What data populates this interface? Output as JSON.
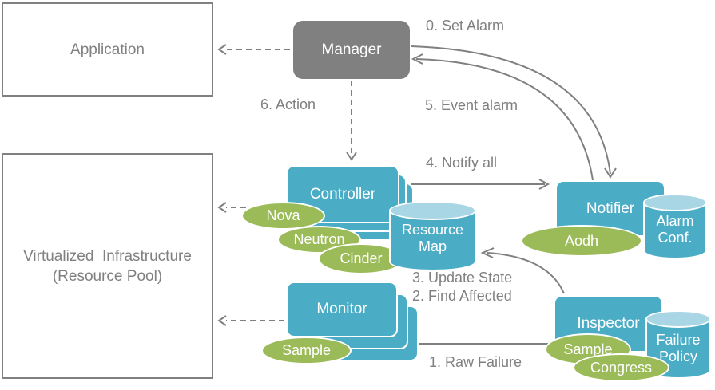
{
  "diagram": {
    "title": "fault management flow diagram",
    "colors": {
      "component_blue": "#4BACC6",
      "cylinder_top_blue": "#A9D6E4",
      "plugin_green": "#9BBB59",
      "manager_gray": "#808080",
      "label_gray": "#808080",
      "white_text": "#FFFFFF"
    },
    "boxes": {
      "application": {
        "label": "Application"
      },
      "virtualized_infrastructure": {
        "label": "Virtualized  Infrastructure\n(Resource Pool)"
      },
      "manager": {
        "label": "Manager"
      },
      "controller": {
        "label": "Controller"
      },
      "monitor": {
        "label": "Monitor"
      },
      "notifier": {
        "label": "Notifier"
      },
      "inspector": {
        "label": "Inspector"
      }
    },
    "cylinders": {
      "resource_map": {
        "line1": "Resource",
        "line2": "Map"
      },
      "alarm_conf": {
        "line1": "Alarm",
        "line2": "Conf."
      },
      "failure_policy": {
        "line1": "Failure",
        "line2": "Policy"
      }
    },
    "plugins": {
      "nova": {
        "label": "Nova"
      },
      "neutron": {
        "label": "Neutron"
      },
      "cinder": {
        "label": "Cinder"
      },
      "sample_monitor": {
        "label": "Sample"
      },
      "aodh": {
        "label": "Aodh"
      },
      "sample_inspector": {
        "label": "Sample"
      },
      "congress": {
        "label": "Congress"
      }
    },
    "steps": {
      "set_alarm": "0. Set Alarm",
      "raw_failure": "1. Raw Failure",
      "find_affected": "2. Find Affected",
      "update_state": "3. Update State",
      "notify_all": "4. Notify all",
      "event_alarm": "5. Event alarm",
      "action": "6. Action"
    }
  }
}
